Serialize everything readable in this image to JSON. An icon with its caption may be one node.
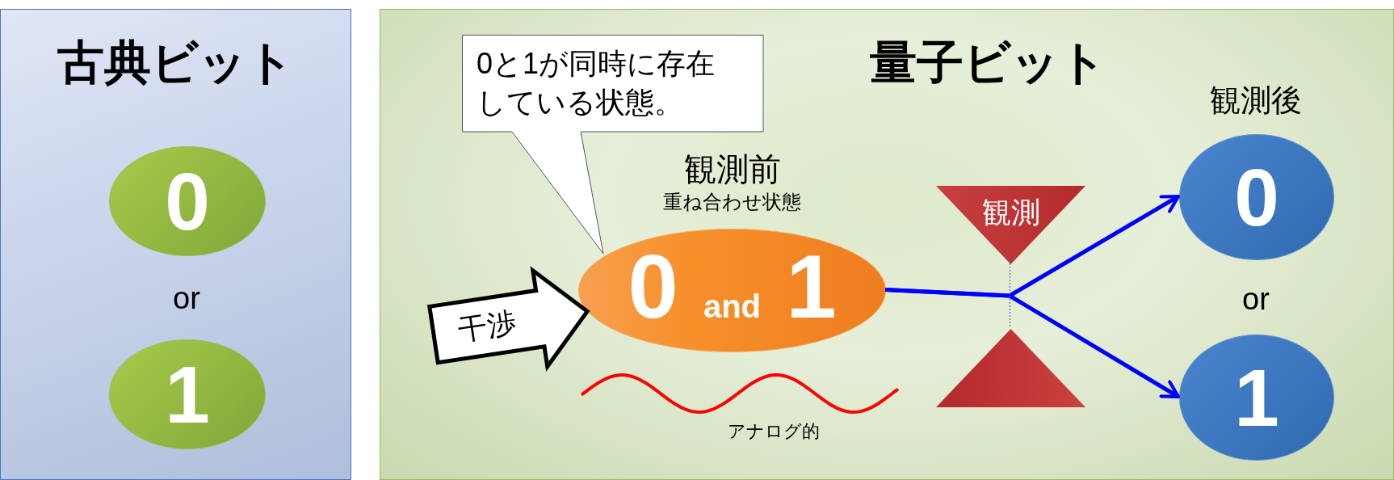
{
  "diagram": {
    "nodes": [
      {
        "text": [
          "古典ビット"
        ]
      },
      {
        "text": [
          "0"
        ],
        "in": 0
      },
      {
        "text": [
          "1"
        ],
        "in": 0
      },
      {
        "text": [
          "量子ビット"
        ]
      },
      {
        "text": [
          "0と1が同時に存在している状態。"
        ],
        "in": 3
      },
      {
        "text": [
          "観測前",
          "重ね合わせ状態",
          "0 $_{and}$ 1"
        ],
        "in": 3
      },
      {
        "text": [
          "観測"
        ],
        "in": 3
      },
      {
        "text": [],
        "shape": "triangle",
        "in": 3
      },
      {
        "text": [
          "0"
        ],
        "in": 3,
        "beside": [
          "観測後"
        ]
      },
      {
        "text": [
          "1"
        ],
        "in": 3
      }
    ],
    "edges": [
      {
        "from": null,
        "to": 5,
        "arrow": "to",
        "style": "thick",
        "color": "#000000",
        "label": "干渉"
      },
      {
        "from": 5,
        "to": 8,
        "arrow": "to",
        "color": "#0000ff"
      },
      {
        "from": 5,
        "to": 9,
        "arrow": "to",
        "color": "#0000ff"
      },
      {
        "from": 6,
        "to": 7,
        "arrow": "none",
        "style": "dashed",
        "color": "#4a7fc0"
      }
    ],
    "labels": [
      "or",
      "アナログ的",
      "or"
    ]
  }
}
